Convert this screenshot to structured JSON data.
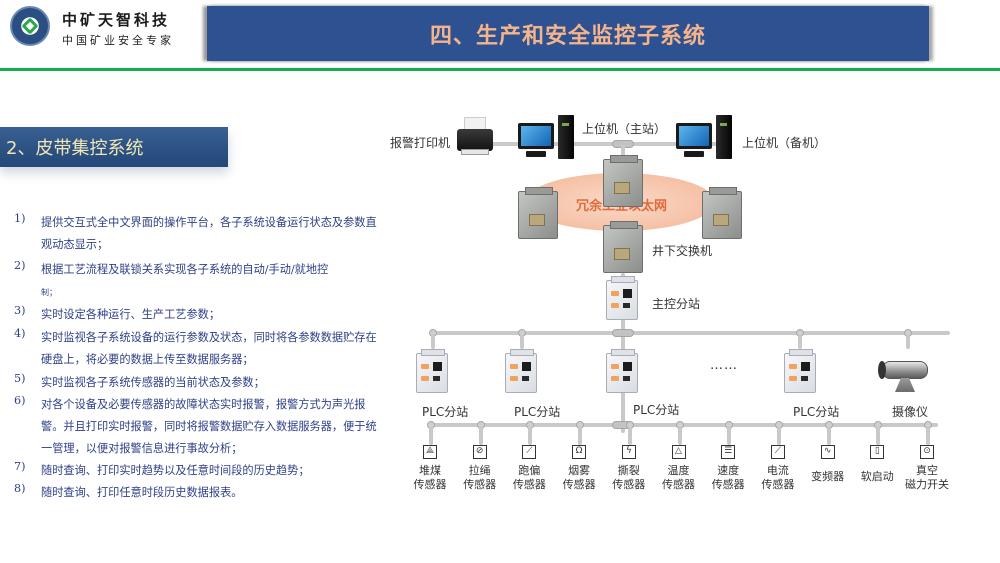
{
  "header": {
    "brand_name": "中矿天智科技",
    "brand_slogan": "中国矿业安全专家",
    "title": "四、生产和安全监控子系统",
    "colors": {
      "title_bar": "#2e5291",
      "title_text": "#f6b48a",
      "divider": "#11ae4a"
    }
  },
  "section": {
    "title": "2、皮带集控系统",
    "colors": {
      "bar": "#2a5182",
      "text": "#f3e6b4"
    }
  },
  "features": [
    {
      "num": "1)",
      "text": "提供交互式全中文界面的操作平台，各子系统设备运行状态及参数直观动态显示；"
    },
    {
      "num": "2)",
      "text": "根据工艺流程及联锁关系实现各子系统的自动/手动/就地控",
      "tail": "制；"
    },
    {
      "num": "3)",
      "text": "实时设定各种运行、生产工艺参数；"
    },
    {
      "num": "4)",
      "text": "实时监视各子系统设备的运行参数及状态，同时将各参数数据贮存在硬盘上，将必要的数据上传至数据服务器；"
    },
    {
      "num": "5)",
      "text": "实时监视各子系统传感器的当前状态及参数；"
    },
    {
      "num": "6)",
      "text": "对各个设备及必要传感器的故障状态实时报警，报警方式为声光报警。并且打印实时报警，同时将报警数据贮存入数据服务器，便于统一管理，以便对报警信息进行事故分析；"
    },
    {
      "num": "7)",
      "text": "随时查询、打印实时趋势以及任意时间段的历史趋势；"
    },
    {
      "num": "8)",
      "text": "随时查询、打印任意时段历史数据报表。"
    }
  ],
  "diagram": {
    "top": {
      "printer": "报警打印机",
      "main_station": "上位机（主站）",
      "backup_station": "上位机（备机）"
    },
    "network": {
      "ring": "冗余工业以太网",
      "switch": "井下交换机",
      "main_substation": "主控分站"
    },
    "stations": [
      {
        "label": "PLC分站",
        "icon": "plc-station-icon"
      },
      {
        "label": "PLC分站",
        "icon": "plc-station-icon"
      },
      {
        "label": "PLC分站",
        "icon": "plc-station-icon"
      },
      {
        "label": "PLC分站",
        "icon": "plc-station-icon"
      },
      {
        "label": "摄像仪",
        "icon": "camera-icon"
      }
    ],
    "ellipsis": "……",
    "sensors": [
      {
        "line1": "堆煤",
        "line2": "传感器",
        "glyph": "⟁",
        "icon": "coal-pile-sensor-icon"
      },
      {
        "line1": "拉绳",
        "line2": "传感器",
        "glyph": "⊘",
        "icon": "pull-rope-sensor-icon"
      },
      {
        "line1": "跑偏",
        "line2": "传感器",
        "glyph": "⟋",
        "icon": "deviation-sensor-icon"
      },
      {
        "line1": "烟雾",
        "line2": "传感器",
        "glyph": "Ω",
        "icon": "smoke-sensor-icon"
      },
      {
        "line1": "撕裂",
        "line2": "传感器",
        "glyph": "ϟ",
        "icon": "tear-sensor-icon"
      },
      {
        "line1": "温度",
        "line2": "传感器",
        "glyph": "△",
        "icon": "temperature-sensor-icon"
      },
      {
        "line1": "速度",
        "line2": "传感器",
        "glyph": "☰",
        "icon": "speed-sensor-icon"
      },
      {
        "line1": "电流",
        "line2": "传感器",
        "glyph": "⟋",
        "icon": "current-sensor-icon"
      },
      {
        "line1": "变频器",
        "line2": "",
        "glyph": "∿",
        "icon": "inverter-icon"
      },
      {
        "line1": "软启动",
        "line2": "",
        "glyph": "▯",
        "icon": "soft-starter-icon"
      },
      {
        "line1": "真空",
        "line2": "磁力开关",
        "glyph": "⊙",
        "icon": "vacuum-switch-icon"
      }
    ]
  }
}
